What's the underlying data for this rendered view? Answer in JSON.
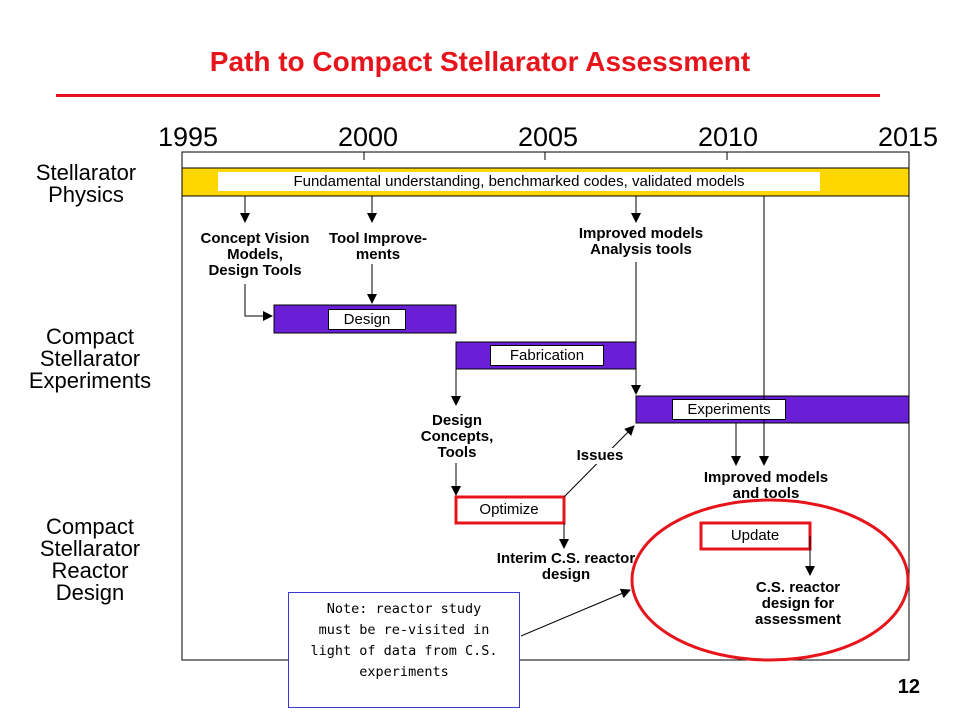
{
  "title": "Path to Compact Stellarator Assessment",
  "years": [
    "1995",
    "2000",
    "2005",
    "2010",
    "2015"
  ],
  "rows": {
    "physics": [
      "Stellarator",
      "Physics"
    ],
    "experiments": [
      "Compact",
      "Stellarator",
      "Experiments"
    ],
    "reactor": [
      "Compact",
      "Stellarator",
      "Reactor",
      "Design"
    ]
  },
  "bars": {
    "physics": "Fundamental understanding, benchmarked codes, validated models",
    "design": "Design",
    "fabrication": "Fabrication",
    "experiments": "Experiments",
    "optimize": "Optimize",
    "update": "Update"
  },
  "nodes": {
    "concept_vision": [
      "Concept Vision",
      "Models,",
      "Design Tools"
    ],
    "tool_improvements": [
      "Tool Improve-",
      "ments"
    ],
    "improved_models_analysis": [
      "Improved models",
      "Analysis tools"
    ],
    "design_concepts": [
      "Design",
      "Concepts,",
      "Tools"
    ],
    "issues": "Issues",
    "improved_models_tools": [
      "Improved models",
      "and tools"
    ],
    "interim_reactor": [
      "Interim C.S. reactor",
      "design"
    ],
    "final_reactor": [
      "C.S. reactor",
      "design for",
      "assessment"
    ]
  },
  "note": [
    "Note: reactor study",
    "must be re-visited in",
    "light of data from C.S.",
    "experiments"
  ],
  "page_number": "12",
  "colors": {
    "title": "#e8141b",
    "physics_bar": "#ffd700",
    "experiment_bar": "#6a1fd6",
    "reactor_border": "#e8141b"
  }
}
